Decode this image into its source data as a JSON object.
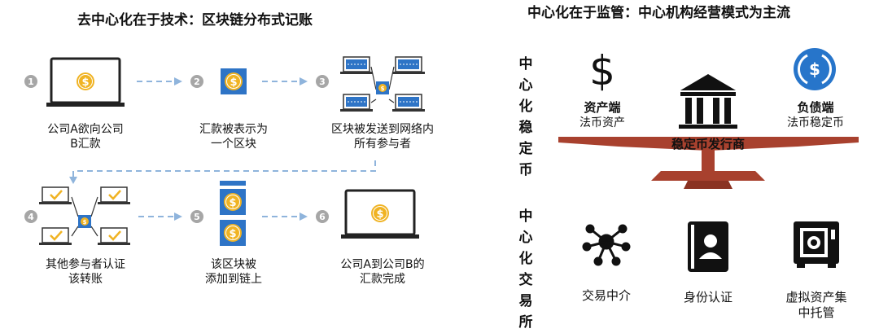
{
  "left": {
    "title": "去中心化在于技术：区块链分布式记账",
    "steps": [
      {
        "num": "1",
        "caption_1": "公司A欲向公司",
        "caption_2": "B汇款"
      },
      {
        "num": "2",
        "caption_1": "汇款被表示为",
        "caption_2": "一个区块"
      },
      {
        "num": "3",
        "caption_1": "区块被发送到网络内",
        "caption_2": "所有参与者"
      },
      {
        "num": "4",
        "caption_1": "其他参与者认证",
        "caption_2": "该转账"
      },
      {
        "num": "5",
        "caption_1": "该区块被",
        "caption_2": "添加到链上"
      },
      {
        "num": "6",
        "caption_1": "公司A到公司B的",
        "caption_2": "汇款完成"
      }
    ],
    "coin_symbol": "$",
    "check_symbol": "✓"
  },
  "right": {
    "title": "中心化在于监管：中心机构经营模式为主流",
    "section_1_label": "中心化稳定币",
    "section_2_label": "中心化交易所",
    "asset_side": {
      "title": "资产端",
      "subtitle": "法币资产",
      "symbol": "$"
    },
    "liability_side": {
      "title": "负债端",
      "subtitle": "法币稳定币"
    },
    "center_label": "稳定币发行商",
    "exchange_items": [
      {
        "label_1": "交易中介",
        "label_2": "",
        "icon": "network-hub-icon"
      },
      {
        "label_1": "身份认证",
        "label_2": "",
        "icon": "id-card-icon"
      },
      {
        "label_1": "虚拟资产集",
        "label_2": "中托管",
        "icon": "safe-icon"
      }
    ]
  },
  "colors": {
    "coin": "#f0b323",
    "block_blue": "#2e74c6",
    "dash_blue": "#8fb4dc",
    "check": "#f0b323",
    "scale_brown": "#a8412e",
    "usdc_blue": "#2775ca",
    "gray_number": "#a6a6a6"
  }
}
